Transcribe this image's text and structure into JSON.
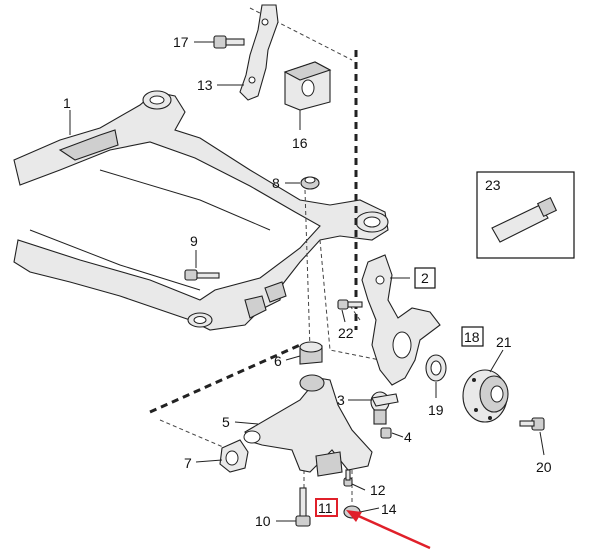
{
  "callouts": {
    "c1": "1",
    "c2": "2",
    "c3": "3",
    "c4": "4",
    "c5": "5",
    "c6": "6",
    "c7": "7",
    "c8": "8",
    "c9": "9",
    "c10": "10",
    "c11": "11",
    "c12": "12",
    "c13": "13",
    "c14": "14",
    "c16": "16",
    "c17": "17",
    "c18": "18",
    "c19": "19",
    "c20": "20",
    "c21": "21",
    "c22": "22",
    "c23": "23"
  },
  "colors": {
    "highlight_arrow": "#e0202a",
    "highlight_box": "#e0202a",
    "line": "#222222"
  }
}
